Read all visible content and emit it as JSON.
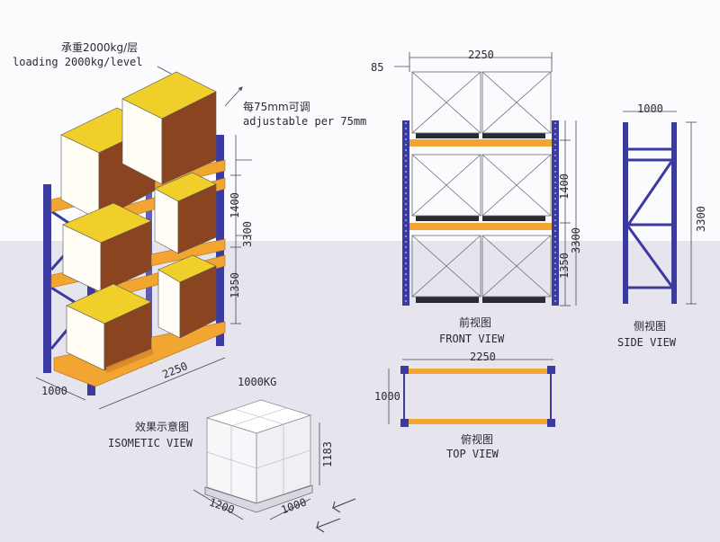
{
  "load_note": {
    "cn": "承重2000kg/层",
    "en": "loading 2000kg/level"
  },
  "adjust_note": {
    "cn": "每75mm可调",
    "en": "adjustable per 75mm"
  },
  "isometric": {
    "cn": "效果示意图",
    "en": "ISOMETIC VIEW",
    "dims": {
      "h1": "1400",
      "h2": "3300",
      "h3": "1350",
      "width": "2250",
      "depth": "1000"
    }
  },
  "front": {
    "cn": "前视图",
    "en": "FRONT VIEW",
    "dims": {
      "offset": "85",
      "width": "2250",
      "h1": "1400",
      "h2": "3300",
      "h3": "1350"
    }
  },
  "side": {
    "cn": "侧视图",
    "en": "SIDE VIEW",
    "dims": {
      "width": "1000",
      "height": "3300"
    }
  },
  "top": {
    "cn": "俯视图",
    "en": "TOP VIEW",
    "dims": {
      "width": "2250",
      "depth": "1000"
    }
  },
  "pallet": {
    "weight": "1000KG",
    "dims": {
      "height": "1183",
      "width": "1200",
      "depth": "1000"
    }
  },
  "colors": {
    "upright": "#3b3aa0",
    "beam": "#f2a531",
    "box_top": "#f1cf2a",
    "box_front": "#8a4520",
    "box_side": "#a8582a",
    "line": "#4a4a55"
  }
}
